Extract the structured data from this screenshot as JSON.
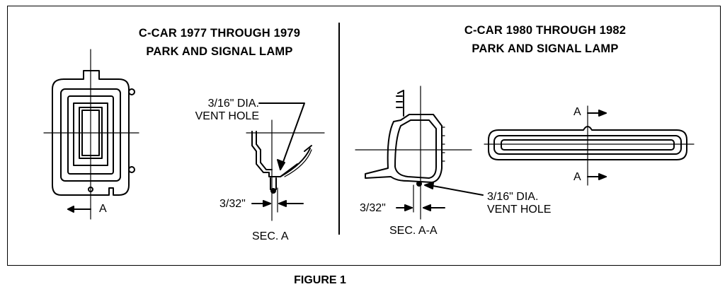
{
  "left_panel": {
    "title_line1": "C-CAR 1977 THROUGH 1979",
    "title_line2": "PARK AND SIGNAL LAMP",
    "vent_label_line1": "3/16\" DIA.",
    "vent_label_line2": "VENT HOLE",
    "dimension": "3/32\"",
    "section_arrow": "A",
    "section_label": "SEC. A"
  },
  "right_panel": {
    "title_line1": "C-CAR 1980 THROUGH 1982",
    "title_line2": "PARK AND SIGNAL LAMP",
    "vent_label_line1": "3/16\" DIA.",
    "vent_label_line2": "VENT HOLE",
    "dimension": "3/32\"",
    "section_arrow_top": "A",
    "section_arrow_bottom": "A",
    "section_label": "SEC. A-A"
  },
  "figure_caption": "FIGURE 1"
}
